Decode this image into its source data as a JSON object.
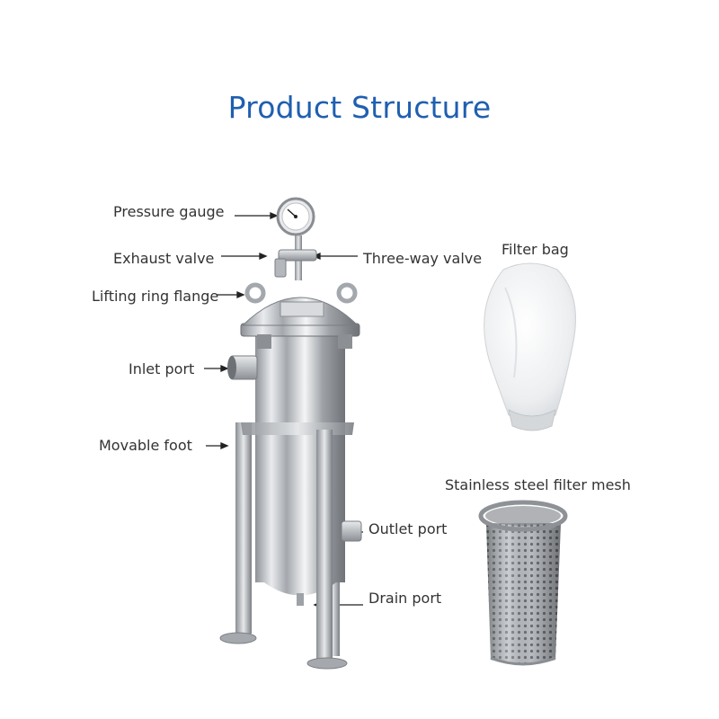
{
  "title": "Product Structure",
  "labels": {
    "pressure_gauge": "Pressure gauge",
    "exhaust_valve": "Exhaust valve",
    "three_way_valve": "Three-way valve",
    "lifting_ring_flange": "Lifting ring flange",
    "inlet_port": "Inlet port",
    "movable_foot": "Movable foot",
    "outlet_port": "Outlet port",
    "drain_port": "Drain port",
    "filter_bag": "Filter bag",
    "filter_mesh": "Stainless steel filter mesh"
  },
  "colors": {
    "title": "#1f5fb0",
    "text": "#333333",
    "steel": "#c9ccd0"
  }
}
